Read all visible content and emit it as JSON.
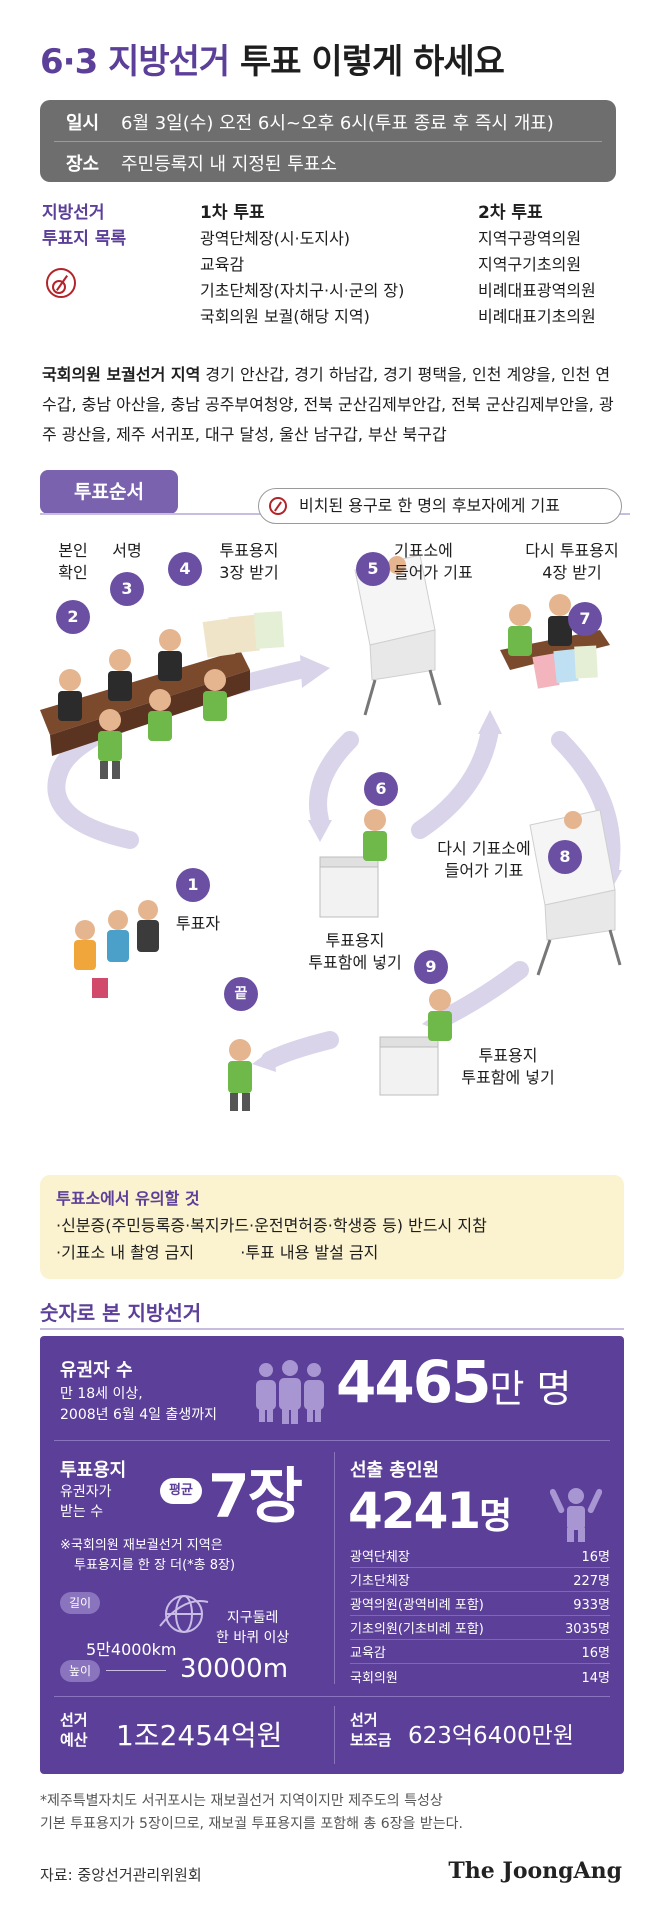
{
  "title": {
    "accent": "6·3 지방선거",
    "rest": "투표 이렇게 하세요"
  },
  "info": {
    "date_key": "일시",
    "date_val": "6월 3일(수) 오전 6시~오후 6시(투표 종료 후 즉시 개표)",
    "place_key": "장소",
    "place_val": "주민등록지 내 지정된 투표소"
  },
  "ballots": {
    "heading_line1": "지방선거",
    "heading_line2": "투표지 목록",
    "first": {
      "title": "1차 투표",
      "items": [
        "광역단체장(시·도지사)",
        "교육감",
        "기초단체장(자치구·시·군의 장)",
        "국회의원 보궐(해당 지역)"
      ]
    },
    "second": {
      "title": "2차 투표",
      "items": [
        "지역구광역의원",
        "지역구기초의원",
        "비례대표광역의원",
        "비례대표기초의원"
      ]
    }
  },
  "byelection": {
    "label": "국회의원 보궐선거 지역",
    "text": " 경기 안산갑, 경기 하남갑, 경기 평택을, 인천 계양을, 인천 연수갑, 충남 아산을, 충남 공주부여청양, 전북 군산김제부안갑, 전북 군산김제부안을, 광주 광산을, 제주 서귀포, 대구 달성, 울산 남구갑, 부산 북구갑"
  },
  "procedure": {
    "label": "투표순서",
    "callout": "비치된 용구로 한 명의 후보자에게 기표",
    "steps": [
      {
        "num": "1",
        "label": "투표자"
      },
      {
        "num": "2",
        "label": "본인\n확인"
      },
      {
        "num": "3",
        "label": "서명"
      },
      {
        "num": "4",
        "label": "투표용지\n3장 받기"
      },
      {
        "num": "5",
        "label": "기표소에\n들어가 기표"
      },
      {
        "num": "6",
        "label": "투표용지\n투표함에 넣기"
      },
      {
        "num": "7",
        "label": "다시 투표용지\n4장 받기"
      },
      {
        "num": "8",
        "label": "다시 기표소에\n들어가 기표"
      },
      {
        "num": "9",
        "label": "투표용지\n투표함에 넣기"
      },
      {
        "num": "끝",
        "label": ""
      }
    ]
  },
  "notes": {
    "heading": "투표소에서 유의할 것",
    "line1": "·신분증(주민등록증·복지카드·운전면허증·학생증 등) 반드시 지참",
    "line2a": "·기표소 내 촬영 금지",
    "line2b": "·투표 내용 발설 금지"
  },
  "numbers": {
    "title": "숫자로 본 지방선거",
    "voters": {
      "label": "유권자 수",
      "sub1": "만 18세 이상,",
      "sub2": "2008년 6월 4일 출생까지",
      "value": "4465",
      "unit": "만 명"
    },
    "ballots": {
      "label": "투표용지",
      "sub1": "유권자가",
      "sub2": "받는 수",
      "badge": "평균",
      "value": "7장",
      "note1": "※국회의원 재보궐선거 지역은",
      "note2": "투표용지를 한 장 더(*총 8장)",
      "length_badge": "길이",
      "length_value": "5만4000km",
      "earth1": "지구둘레",
      "earth2": "한 바퀴 이상",
      "height_badge": "높이",
      "height_value": "30000m"
    },
    "elected": {
      "label": "선출 총인원",
      "total": "4241",
      "total_unit": "명",
      "rows": [
        {
          "name": "광역단체장",
          "value": "16명"
        },
        {
          "name": "기초단체장",
          "value": "227명"
        },
        {
          "name": "광역의원(광역비례 포함)",
          "value": "933명"
        },
        {
          "name": "기초의원(기초비례 포함)",
          "value": "3035명"
        },
        {
          "name": "교육감",
          "value": "16명"
        },
        {
          "name": "국회의원",
          "value": "14명"
        }
      ]
    },
    "budget": {
      "label1": "선거",
      "label2": "예산",
      "value": "1조2454억원"
    },
    "subsidy": {
      "label1": "선거",
      "label2": "보조금",
      "value": "623억6400만원"
    }
  },
  "footnote": {
    "line1": "*제주특별자치도 서귀포시는 재보궐선거 지역이지만 제주도의 특성상",
    "line2": "기본 투표용지가 5장이므로, 재보궐 투표용지를 포함해 총 6장을 받는다."
  },
  "source": "자료: 중앙선거관리위원회",
  "brand": "The JoongAng",
  "colors": {
    "accent": "#5b3f99",
    "panel": "#5b3f99",
    "note_bg": "#fbf2cf"
  }
}
